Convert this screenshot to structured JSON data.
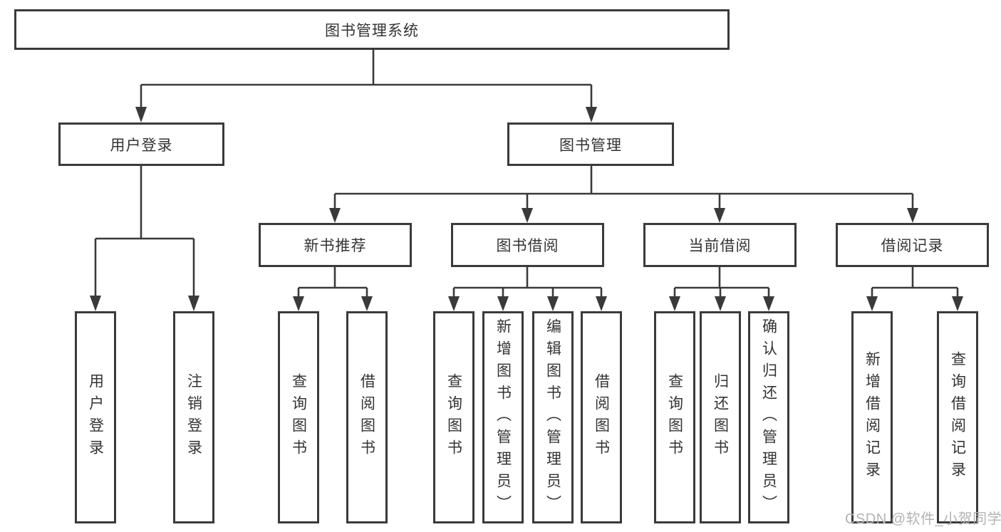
{
  "watermark": "CSDN @软件_小贺同学",
  "colors": {
    "line": "#3a3a3a",
    "text": "#333333",
    "background": "#ffffff",
    "watermark": "#b3b3b3"
  },
  "tree": {
    "root": "图书管理系统",
    "children": [
      {
        "label": "用户登录",
        "children": [
          "用户登录",
          "注销登录"
        ]
      },
      {
        "label": "图书管理",
        "children": [
          {
            "label": "新书推荐",
            "children": [
              "查询图书",
              "借阅图书"
            ]
          },
          {
            "label": "图书借阅",
            "children": [
              "查询图书",
              "新增图书（管理员）",
              "编辑图书（管理员）",
              "借阅图书"
            ]
          },
          {
            "label": "当前借阅",
            "children": [
              "查询图书",
              "归还图书",
              "确认归还（管理员）"
            ]
          },
          {
            "label": "借阅记录",
            "children": [
              "新增借阅记录",
              "查询借阅记录"
            ]
          }
        ]
      }
    ]
  }
}
